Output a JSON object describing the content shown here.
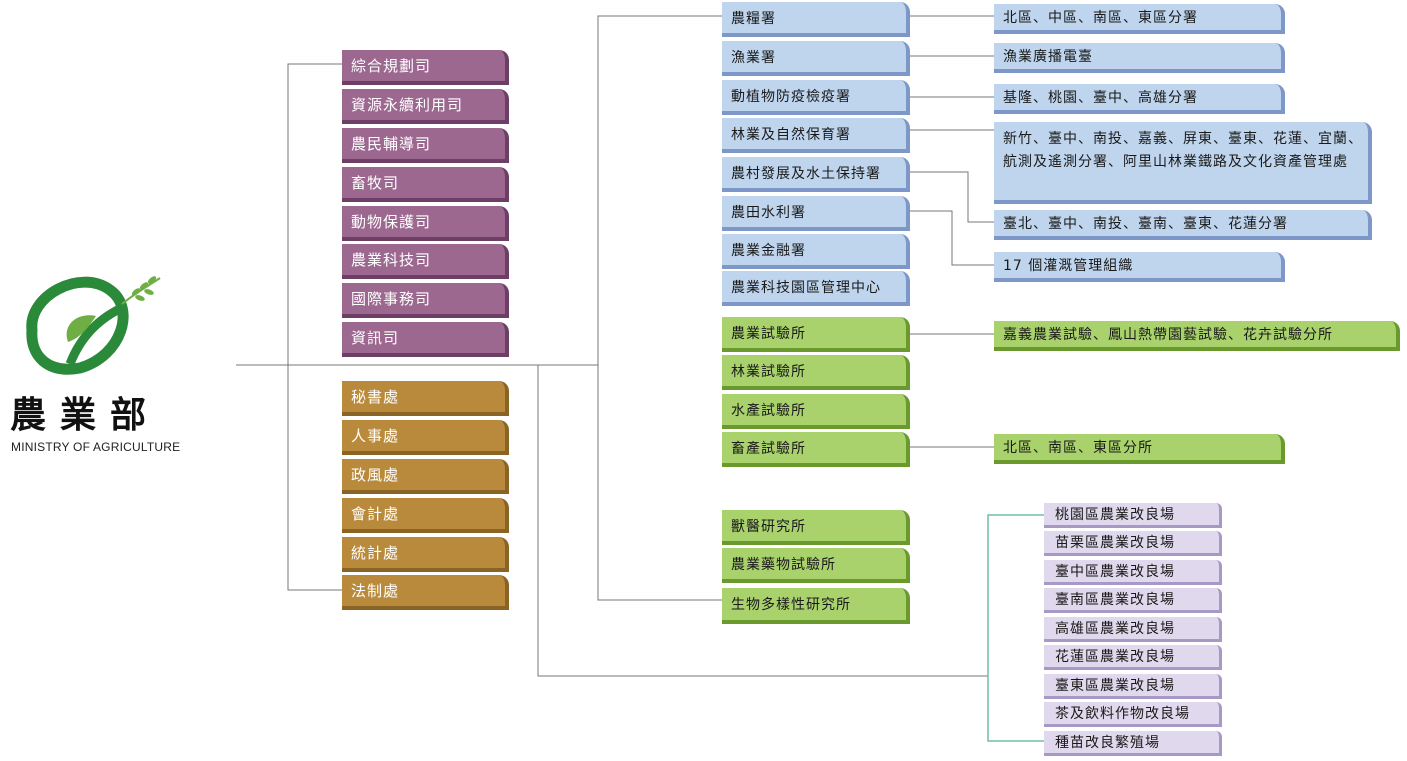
{
  "logo": {
    "name_cn": "農業部",
    "name_en": "MINISTRY OF AGRICULTURE"
  },
  "departments": [
    "綜合規劃司",
    "資源永續利用司",
    "農民輔導司",
    "畜牧司",
    "動物保護司",
    "農業科技司",
    "國際事務司",
    "資訊司"
  ],
  "offices": [
    "秘書處",
    "人事處",
    "政風處",
    "會計處",
    "統計處",
    "法制處"
  ],
  "agencies": [
    "農糧署",
    "漁業署",
    "動植物防疫檢疫署",
    "林業及自然保育署",
    "農村發展及水土保持署",
    "農田水利署",
    "農業金融署",
    "農業科技園區管理中心"
  ],
  "agency_branches": [
    "北區、中區、南區、東區分署",
    "漁業廣播電臺",
    "基隆、桃園、臺中、高雄分署",
    "新竹、臺中、南投、嘉義、屏東、臺東、花蓮、宜蘭、航測及遙測分署、阿里山林業鐵路及文化資產管理處",
    "臺北、臺中、南投、臺南、臺東、花蓮分署",
    "17 個灌溉管理組織"
  ],
  "institutes": [
    "農業試驗所",
    "林業試驗所",
    "水產試驗所",
    "畜產試驗所"
  ],
  "institute_branches": [
    "嘉義農業試驗、鳳山熱帶園藝試驗、花卉試驗分所",
    "北區、南區、東區分所"
  ],
  "research": [
    "獸醫研究所",
    "農業藥物試驗所",
    "生物多樣性研究所"
  ],
  "stations": [
    "桃園區農業改良場",
    "苗栗區農業改良場",
    "臺中區農業改良場",
    "臺南區農業改良場",
    "高雄區農業改良場",
    "花蓮區農業改良場",
    "臺東區農業改良場",
    "茶及飲料作物改良場",
    "種苗改良繁殖場"
  ],
  "colors": {
    "departments": "#9c6890",
    "offices": "#b98a3c",
    "agencies": "#bfd5ee",
    "institutes": "#a9d26d",
    "stations": "#e0d8ec",
    "logo_green": "#2a8a3a"
  }
}
